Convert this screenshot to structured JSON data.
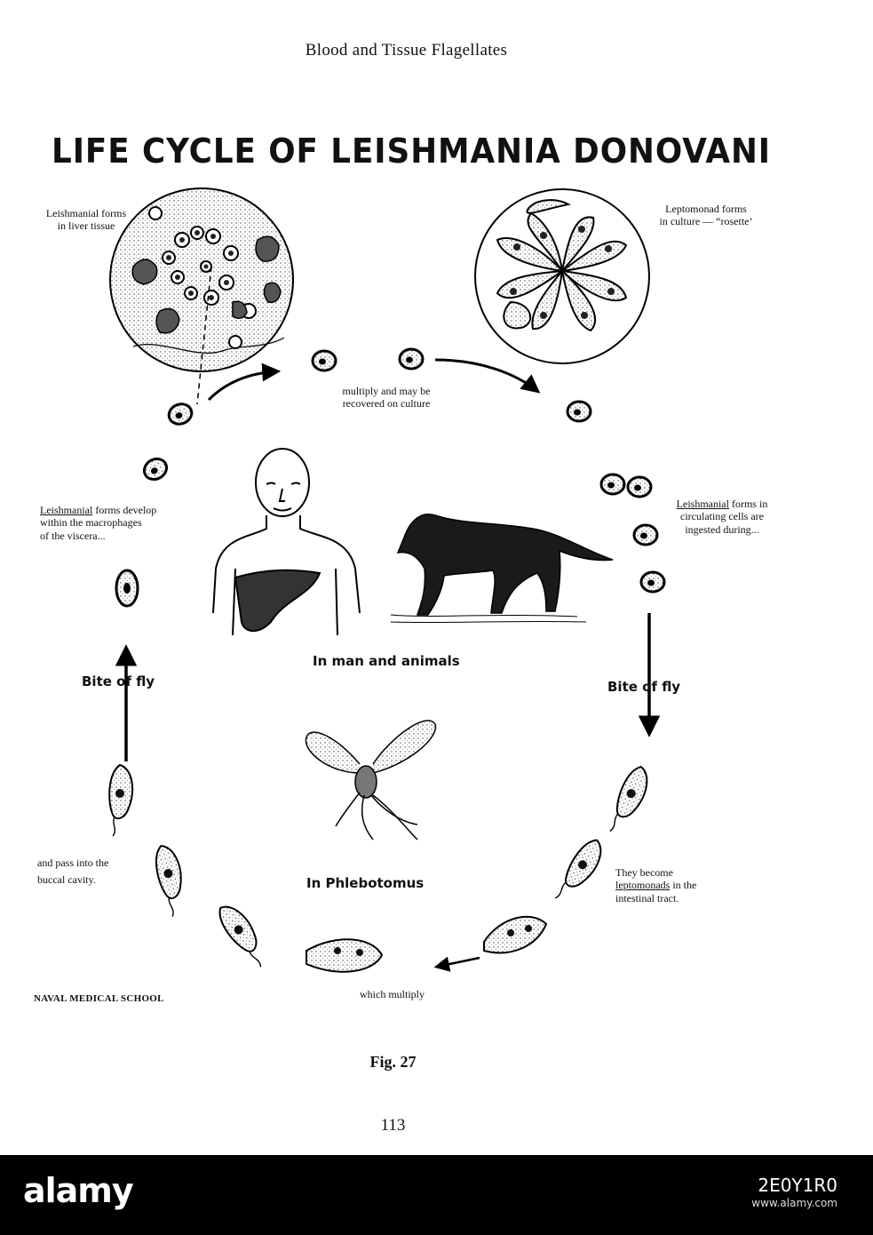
{
  "header": {
    "running_title": "Blood and Tissue Flagellates"
  },
  "diagram": {
    "title": "LIFE CYCLE OF LEISHMANIA DONOVANI",
    "labels": {
      "liver_tissue": [
        "Leishmanial forms",
        "in liver tissue"
      ],
      "rosette": [
        "Leptomonad forms",
        "in culture — “rosette’"
      ],
      "multiply_culture": [
        "multiply and may be",
        "recovered on culture"
      ],
      "develop_left": {
        "underlined": "Leishmanial",
        "line1_rest": " forms develop",
        "line2": "within the macrophages",
        "line3": "of the viscera..."
      },
      "ingested_right": {
        "underlined": "Leishmanial",
        "line1_rest": " forms in",
        "line2": "circulating cells are",
        "line3": "ingested during..."
      },
      "host_man_animals": "In man and animals",
      "bite_left": "Bite of fly",
      "bite_right": "Bite of fly",
      "host_phlebotomus": "In Phlebotomus",
      "buccal": [
        "and pass into the",
        "buccal cavity."
      ],
      "become_leptomonads": {
        "line1": "They become",
        "underlined": "leptomonads",
        "line2_rest": " in the",
        "line3": "intestinal tract."
      },
      "which_multiply": "which multiply",
      "credit": "NAVAL MEDICAL SCHOOL"
    },
    "figure_label": "Fig. 27",
    "page_number": "113"
  },
  "watermark": {
    "brand": "alamy",
    "image_id": "2E0Y1R0",
    "caption": "www.alamy.com"
  }
}
